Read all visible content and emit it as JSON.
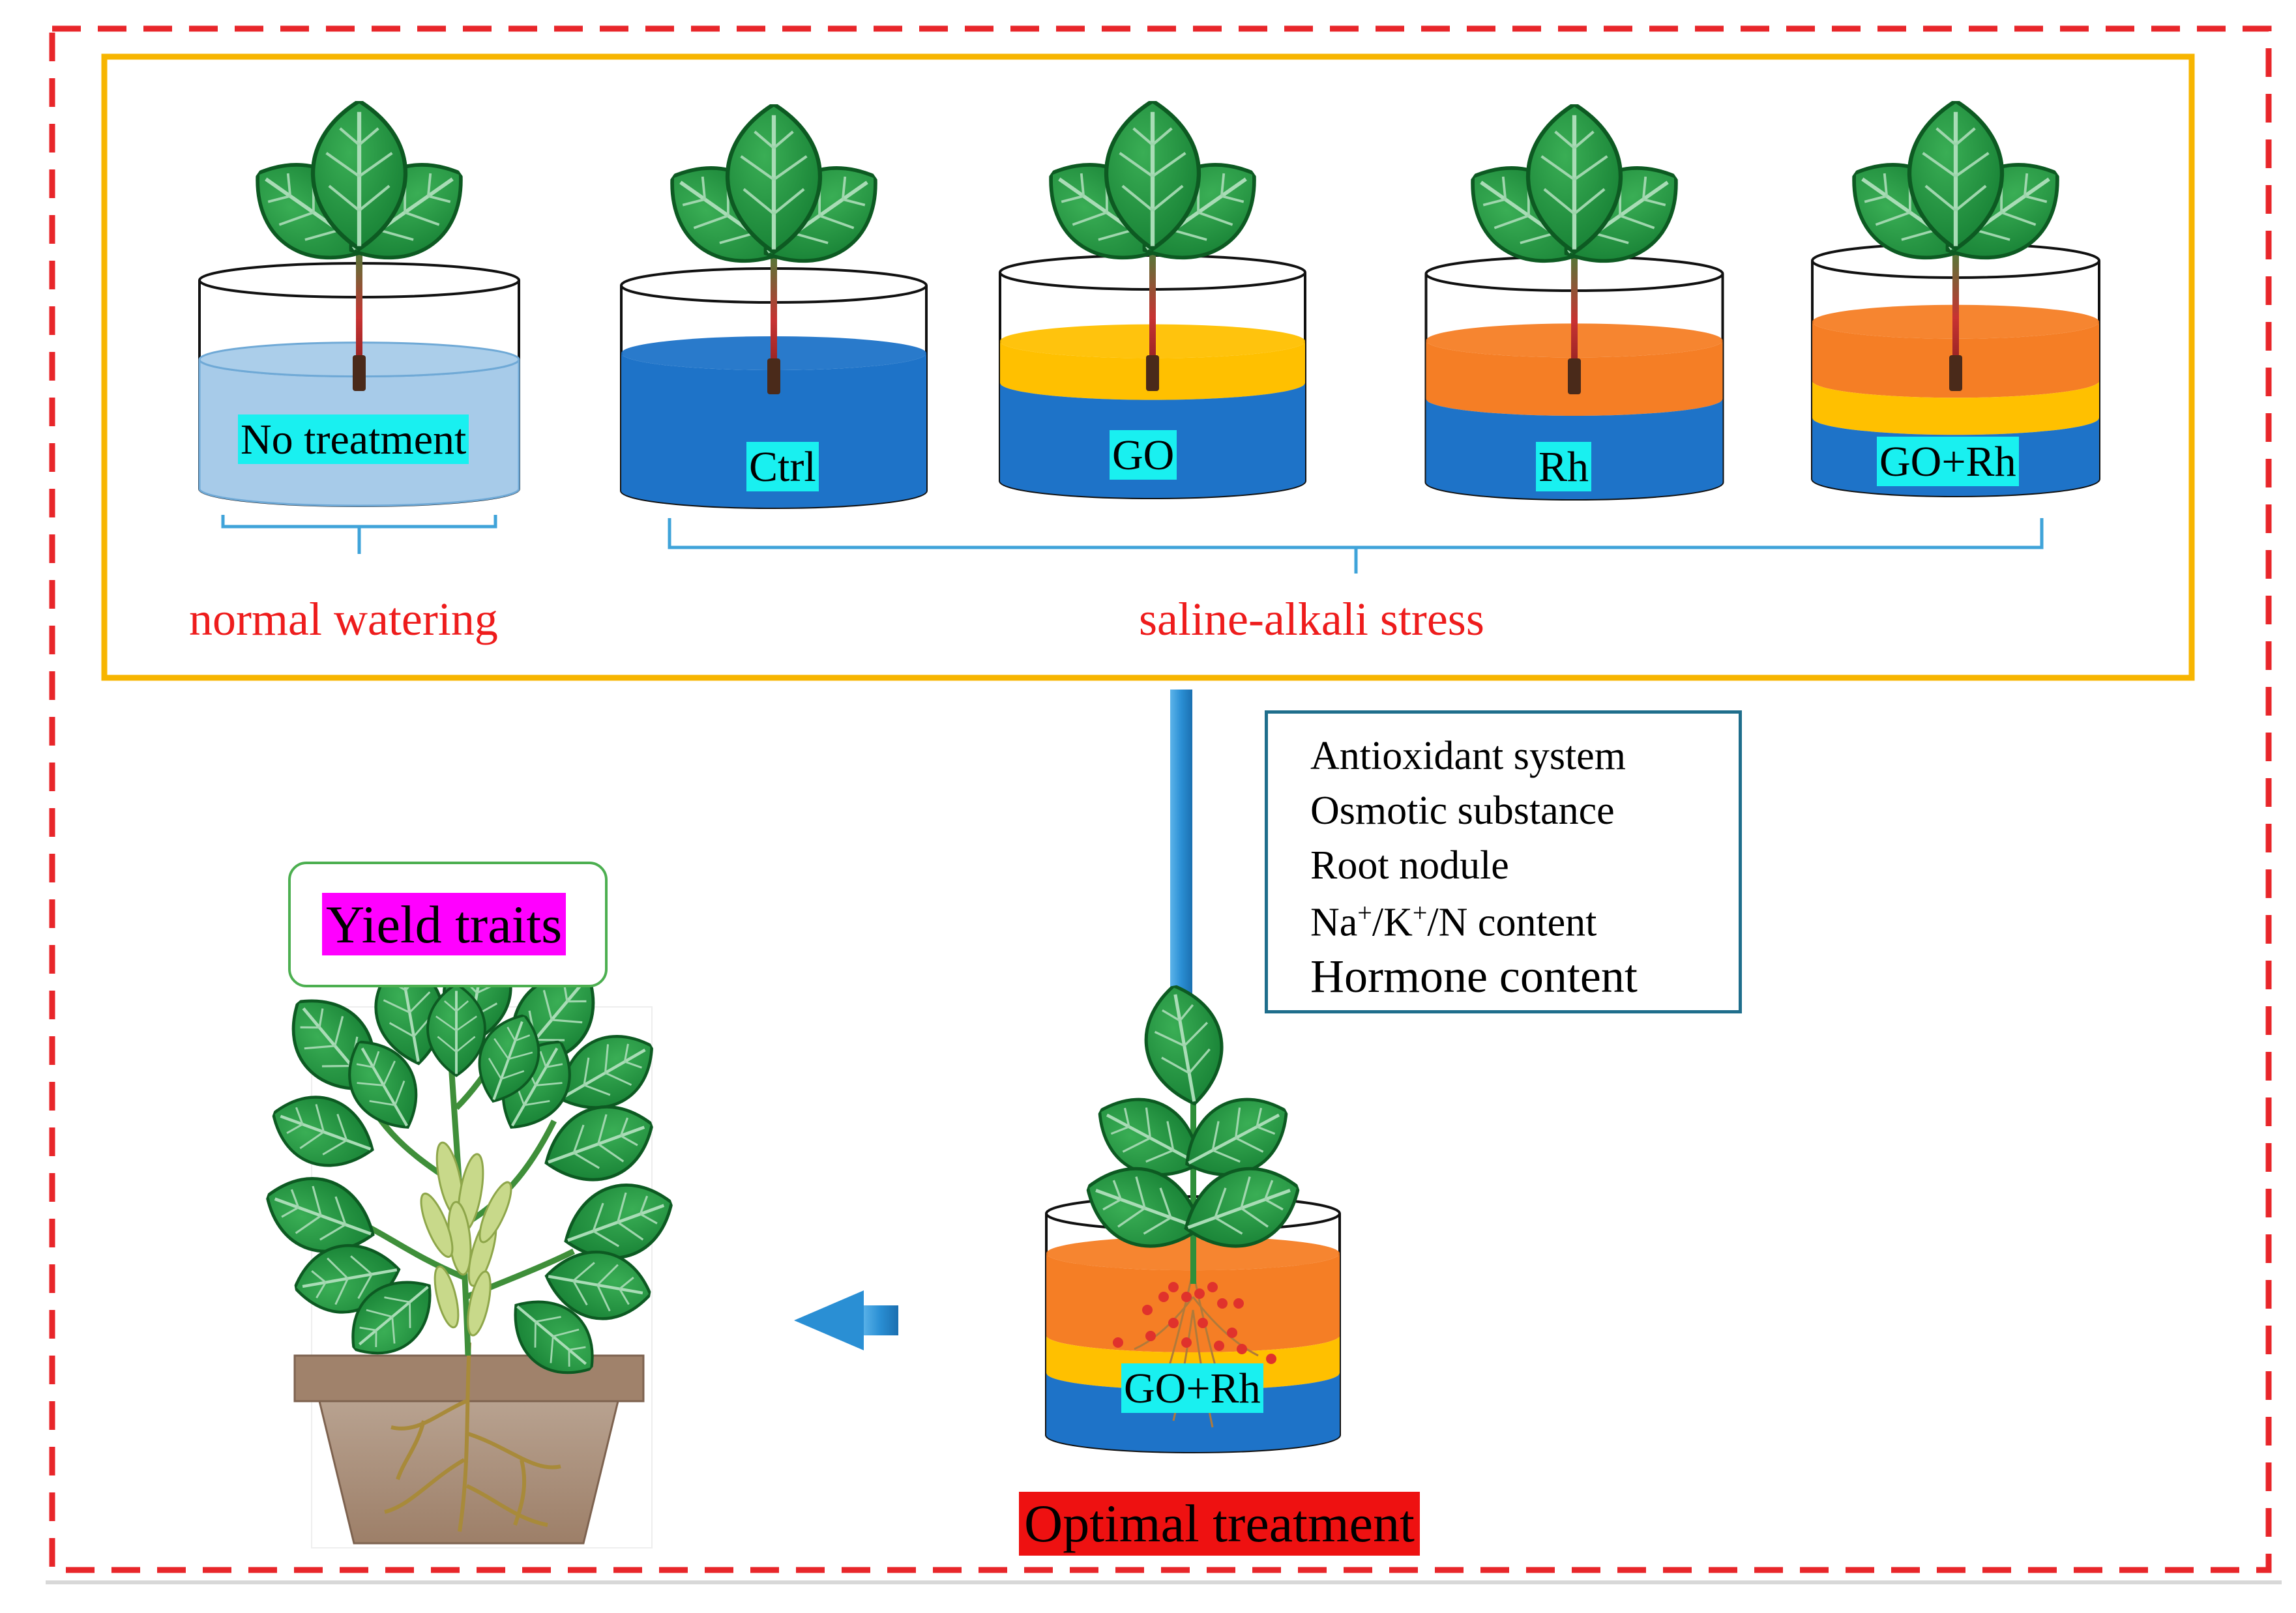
{
  "pots": [
    {
      "label": "No treatment"
    },
    {
      "label": "Ctrl"
    },
    {
      "label": "GO"
    },
    {
      "label": "Rh"
    },
    {
      "label": "GO+Rh"
    }
  ],
  "groups": {
    "normal": "normal watering",
    "stress": "saline-alkali stress"
  },
  "measurements": {
    "antioxidant": "Antioxidant system",
    "osmotic": "Osmotic substance",
    "nodule": "Root nodule",
    "ion_prefix_na": "Na",
    "ion_plus_1": "+",
    "ion_k": "/K",
    "ion_plus_2": "+",
    "ion_rest": "/N content",
    "hormone": "Hormone content"
  },
  "optimal_pot_label": "GO+Rh",
  "optimal_label": "Optimal treatment",
  "yield_label": "Yield traits",
  "colors": {
    "outer_border": "#e8262a",
    "panel_border": "#f7b500",
    "light_water": "#a7cbe9",
    "water_blue": "#1e73c8",
    "go_yellow": "#ffc000",
    "rh_orange": "#f57e25",
    "bracket_blue": "#3fa3d9",
    "arrow_blue": "#2a8fd4",
    "label_cyan": "#19f0f0",
    "text_red": "#ee1c1c",
    "leaf_green": "#228b3d",
    "pot_brown": "#a0826b"
  }
}
